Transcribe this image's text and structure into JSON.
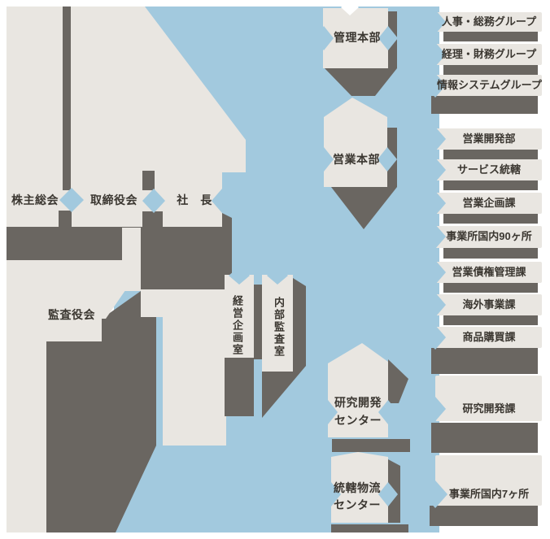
{
  "nodes": {
    "shareholders": {
      "label": "株主総会"
    },
    "board": {
      "label": "取締役会"
    },
    "president": {
      "label": "社　長"
    },
    "audit_board": {
      "label": "監査役会"
    },
    "corporate_planning": {
      "label": "経営企画室"
    },
    "internal_audit": {
      "label": "内部監査室"
    },
    "admin_hq": {
      "label": "管理本部"
    },
    "sales_hq": {
      "label": "営業本部"
    },
    "rd_center": {
      "line1": "研究開発",
      "line2": "センター"
    },
    "logistics_center": {
      "line1": "統轄物流",
      "line2": "センター"
    }
  },
  "departments": [
    {
      "label": "人事・総務グループ"
    },
    {
      "label": "経理・財務グループ"
    },
    {
      "label": "情報システムグループ"
    },
    {
      "label": "営業開発部"
    },
    {
      "label": "サービス統轄"
    },
    {
      "label": "営業企画課"
    },
    {
      "label": "事業所国内90ヶ所"
    },
    {
      "label": "営業債権管理課"
    },
    {
      "label": "海外事業課"
    },
    {
      "label": "商品購買課"
    },
    {
      "label": "研究開発課"
    },
    {
      "label": "事業所国内7ヶ所"
    }
  ],
  "colors": {
    "box_fill": "#E9E6E1",
    "shadow": "#6A6661",
    "connector_blue": "#A2C9DE",
    "text": "#3B3731",
    "background": "#FFFFFF"
  }
}
